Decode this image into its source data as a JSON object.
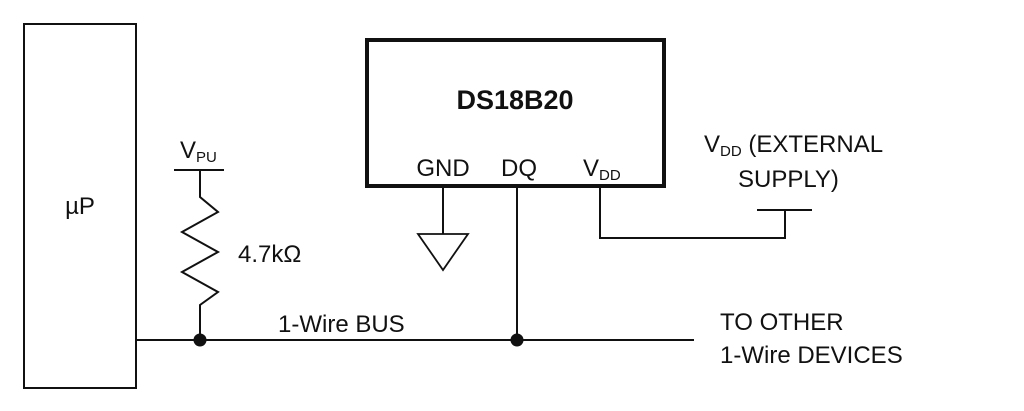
{
  "diagram": {
    "microprocessor_label": "µP",
    "pullup_supply": {
      "main": "V",
      "sub": "PU"
    },
    "resistor_value": "4.7kΩ",
    "bus_label": "1-Wire BUS",
    "chip": {
      "name": "DS18B20",
      "pins": {
        "gnd": "GND",
        "dq": "DQ",
        "vdd": {
          "main": "V",
          "sub": "DD"
        }
      }
    },
    "external_supply": {
      "vdd": {
        "main": "V",
        "sub": "DD"
      },
      "line1_suffix": " (EXTERNAL",
      "line2": "SUPPLY)"
    },
    "other_devices": {
      "line1": "TO OTHER",
      "line2": "1-Wire DEVICES"
    }
  }
}
